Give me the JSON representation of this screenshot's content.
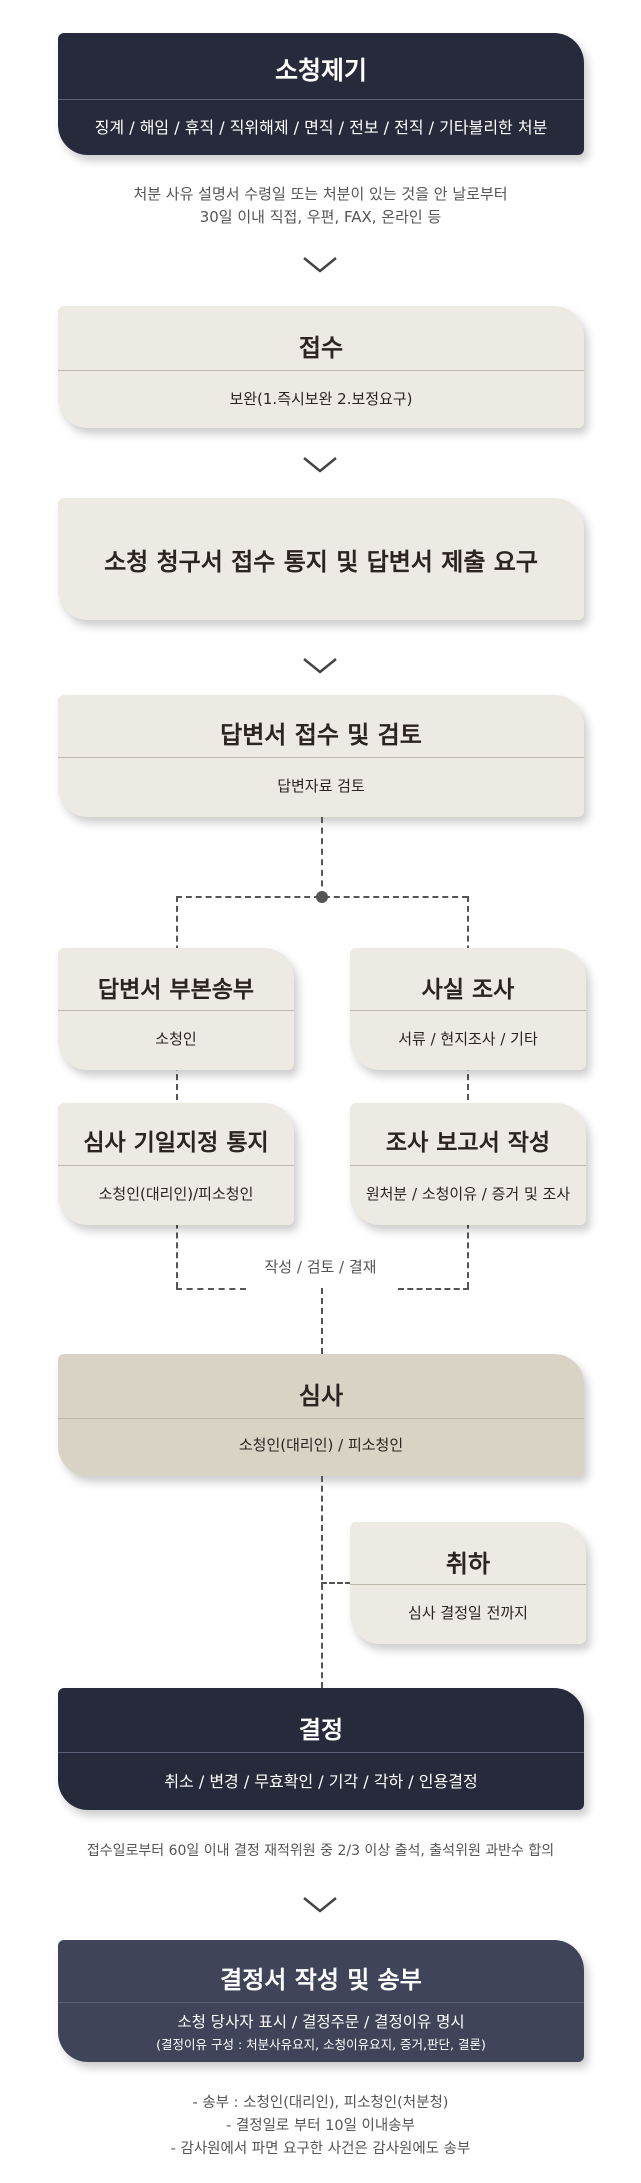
{
  "steps": {
    "filing": {
      "title": "소청제기",
      "sub": "징계 / 해임 / 휴직 / 직위해제 / 면직 / 전보 / 전직 / 기타불리한 처분"
    },
    "filing_note": {
      "line1": "처분 사유 설명서 수령일 또는 처분이 있는 것을 안 날로부터",
      "line2": "30일 이내 직접, 우편, FAX, 온라인 등"
    },
    "receipt": {
      "title": "접수",
      "sub": "보완(1.즉시보완 2.보정요구)"
    },
    "notice": {
      "title": "소청 청구서 접수 통지 및 답변서 제출 요구"
    },
    "answer_review": {
      "title": "답변서 접수 및 검토",
      "sub": "답변자료 검토"
    },
    "answer_copy": {
      "title": "답변서 부본송부",
      "sub": "소청인"
    },
    "fact_check": {
      "title": "사실 조사",
      "sub": "서류 / 현지조사 / 기타"
    },
    "date_notice": {
      "title": "심사 기일지정 통지",
      "sub": "소청인(대리인)/피소청인"
    },
    "report": {
      "title": "조사 보고서 작성",
      "sub": "원처분 / 소청이유 / 증거 및 조사"
    },
    "branch_label": "작성 / 검토 / 결재",
    "hearing": {
      "title": "심사",
      "sub": "소청인(대리인) / 피소청인"
    },
    "withdraw": {
      "title": "취하",
      "sub": "심사 결정일 전까지"
    },
    "decision": {
      "title": "결정",
      "sub": "취소 / 변경 / 무효확인 / 기각 / 각하 / 인용결정"
    },
    "decision_note": "접수일로부터 60일 이내 결정 재적위원 중 2/3 이상 출석, 출석위원 과반수 합의",
    "writing": {
      "title": "결정서 작성 및 송부",
      "sub1": "소청 당사자 표시 / 결정주문 / 결정이유 명시",
      "sub2": "(결정이유 구성 : 처분사유요지, 소청이유요지, 증거,판단, 결론)"
    },
    "final_notes": [
      "- 송부 : 소청인(대리인), 피소청인(처분청)",
      "- 결정일로 부터 10일 이내송부",
      "- 감사원에서 파면 요구한 사건은 감사원에도 송부"
    ]
  },
  "colors": {
    "dark": "#272a3b",
    "slate": "#3f4458",
    "light": "#edeae4",
    "tan": "#d9d3c6"
  },
  "icons": {
    "arrow": "chevron-down-icon"
  }
}
